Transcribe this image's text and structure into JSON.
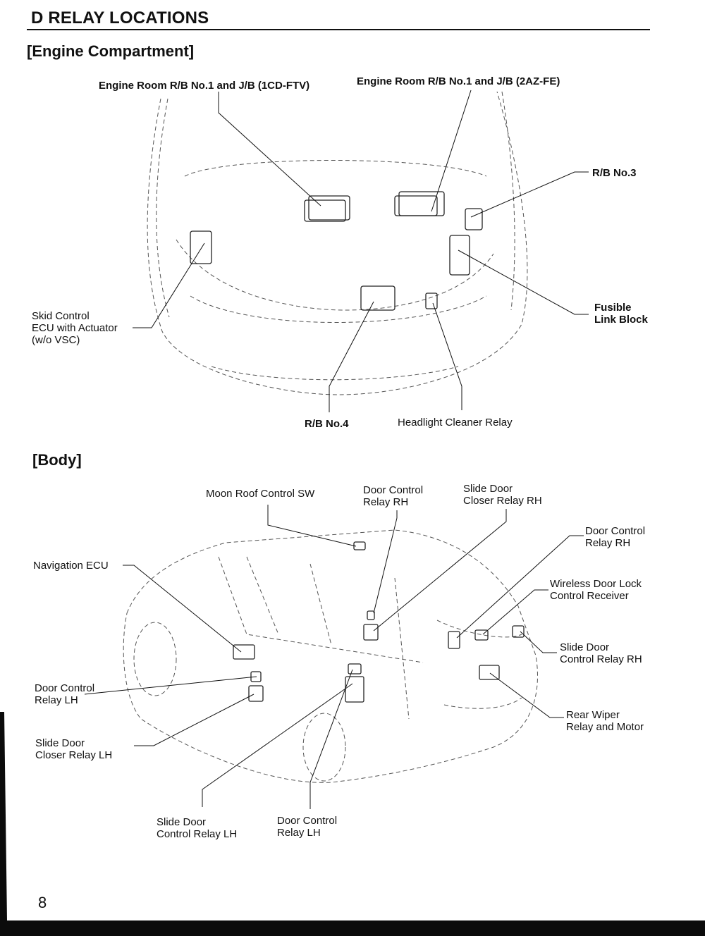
{
  "header": {
    "title": "D  RELAY LOCATIONS"
  },
  "sections": {
    "engine": "[Engine Compartment]",
    "body": "[Body]"
  },
  "engine_labels": {
    "er_1cd": "Engine Room R/B No.1 and J/B (1CD-FTV)",
    "er_2az": "Engine Room R/B No.1 and J/B (2AZ-FE)",
    "rb3": "R/B No.3",
    "fusible_1": "Fusible",
    "fusible_2": "Link Block",
    "skid_1": "Skid Control",
    "skid_2": "ECU with Actuator",
    "skid_3": "(w/o VSC)",
    "rb4": "R/B No.4",
    "headlight": "Headlight Cleaner Relay"
  },
  "body_labels": {
    "moonroof": "Moon Roof Control SW",
    "dcr_rh_top_1": "Door Control",
    "dcr_rh_top_2": "Relay RH",
    "sdcl_rh_top_1": "Slide Door",
    "sdcl_rh_top_2": "Closer Relay RH",
    "dcr_rh_right_1": "Door Control",
    "dcr_rh_right_2": "Relay RH",
    "wireless_1": "Wireless Door Lock",
    "wireless_2": "Control Receiver",
    "sdctrl_rh_1": "Slide Door",
    "sdctrl_rh_2": "Control Relay RH",
    "wiper_1": "Rear Wiper",
    "wiper_2": "Relay and Motor",
    "nav": "Navigation ECU",
    "dcr_lh_left_1": "Door Control",
    "dcr_lh_left_2": "Relay LH",
    "sdcl_lh_1": "Slide Door",
    "sdcl_lh_2": "Closer Relay LH",
    "sdctrl_lh_1": "Slide Door",
    "sdctrl_lh_2": "Control Relay LH",
    "dcr_lh_bottom_1": "Door Control",
    "dcr_lh_bottom_2": "Relay LH"
  },
  "page_number": "8"
}
